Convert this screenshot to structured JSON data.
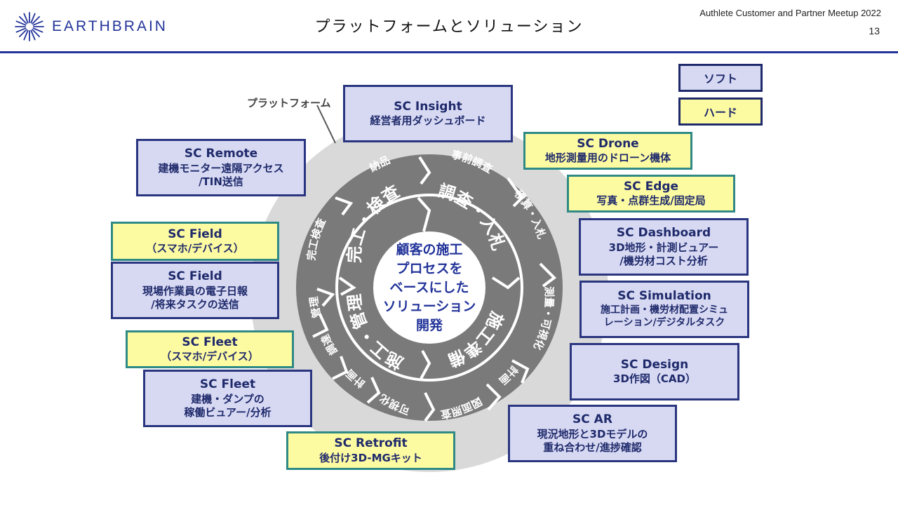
{
  "header": {
    "logo_text": "EARTHBRAIN",
    "title": "プラットフォームとソリューション",
    "event": "Authlete Customer and Partner Meetup 2022",
    "page_number": "13"
  },
  "colors": {
    "accent": "#23349a",
    "soft_fill": "#d7d9f3",
    "soft_border": "#2a3580",
    "hard_fill": "#fdfba1",
    "hard_border": "#2f8a85",
    "ring": "#7a7a7a",
    "platform": "#d9d9d9"
  },
  "legend": {
    "soft": "ソフト",
    "hard": "ハード"
  },
  "platform_label": "プラットフォーム",
  "center": {
    "lines": [
      "顧客の施工",
      "プロセスを",
      "ベースにした",
      "ソリューション",
      "開発"
    ]
  },
  "phases": {
    "survey": "調査・入札",
    "prep": "施工準備",
    "construction": "施工・管理",
    "inspection": "完工・検査"
  },
  "steps": {
    "pre_survey": "事前調査",
    "estimate": "積算・入札",
    "visualize": "測量・可視化",
    "plan_a": "計画",
    "drawing": "図面照査",
    "visualize_b": "可視化",
    "plan_b": "計画",
    "procure": "調達",
    "manage": "管理",
    "final_inspect": "完工検査",
    "deliver": "納品"
  },
  "boxes": {
    "insight": {
      "title": "SC Insight",
      "lines": [
        "経営者用ダッシュボード"
      ]
    },
    "remote": {
      "title": "SC Remote",
      "lines": [
        "建機モニター遠隔アクセス",
        "/TIN送信"
      ]
    },
    "field_hard": {
      "title": "SC Field",
      "lines": [
        "（スマホ/デバイス）"
      ]
    },
    "field_soft": {
      "title": "SC Field",
      "lines": [
        "現場作業員の電子日報",
        "/将来タスクの送信"
      ]
    },
    "fleet_hard": {
      "title": "SC Fleet",
      "lines": [
        "（スマホ/デバイス）"
      ]
    },
    "fleet_soft": {
      "title": "SC Fleet",
      "lines": [
        "建機・ダンプの",
        "稼働ビュアー/分析"
      ]
    },
    "retrofit": {
      "title": "SC Retrofit",
      "lines": [
        "後付け3D-MGキット"
      ]
    },
    "drone": {
      "title": "SC Drone",
      "lines": [
        "地形測量用のドローン機体"
      ]
    },
    "edge": {
      "title": "SC Edge",
      "lines": [
        "写真・点群生成/固定局"
      ]
    },
    "dashboard": {
      "title": "SC Dashboard",
      "lines": [
        "3D地形・計測ビュアー",
        "/機労材コスト分析"
      ]
    },
    "simulation": {
      "title": "SC Simulation",
      "lines": [
        "施工計画・機労材配置シミュ",
        "レーション/デジタルタスク"
      ]
    },
    "design": {
      "title": "SC Design",
      "lines": [
        "3D作図（CAD）"
      ]
    },
    "ar": {
      "title": "SC AR",
      "lines": [
        "現況地形と3Dモデルの",
        "重ね合わせ/進捗確認"
      ]
    }
  }
}
